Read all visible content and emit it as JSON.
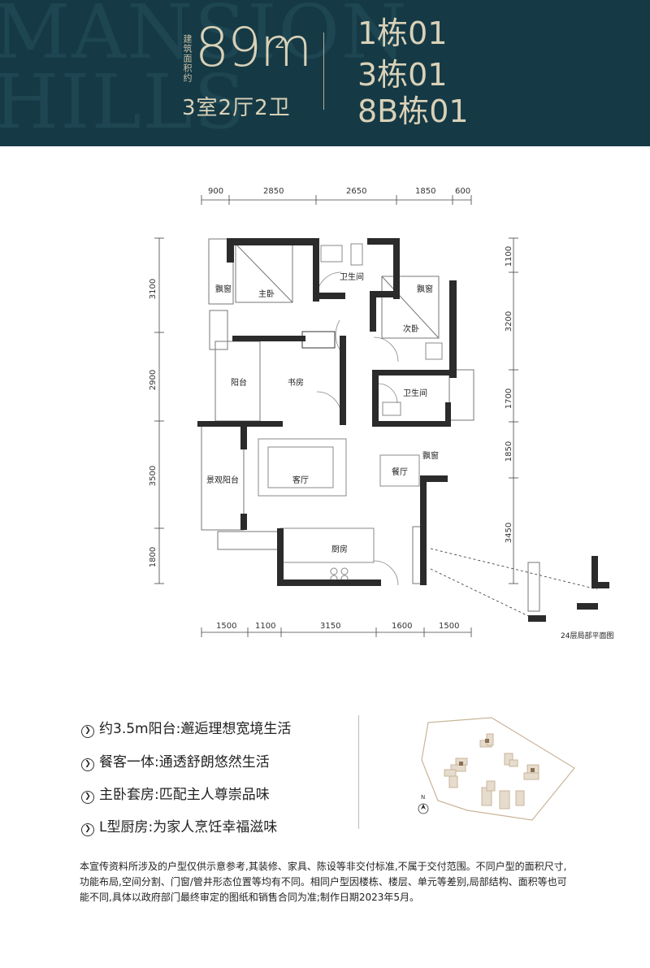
{
  "header": {
    "watermark_line1": "MANSION",
    "watermark_line2": "HILLS",
    "area_label": "建筑面积约",
    "area_value": "89m",
    "area_unit_sup": "2",
    "layout": "3室2厅2卫",
    "buildings": [
      "1栋01",
      "3栋01",
      "8B栋01"
    ]
  },
  "plan": {
    "top_dims": [
      "900",
      "2850",
      "2650",
      "1850",
      "600"
    ],
    "bottom_dims": [
      "1500",
      "1100",
      "3150",
      "1600",
      "1500"
    ],
    "left_dims": [
      "3100",
      "2900",
      "3500",
      "1800"
    ],
    "right_dims": [
      "1100",
      "3200",
      "1700",
      "1850",
      "3450"
    ],
    "rooms": {
      "bay_window_master": "飘窗",
      "master_bedroom": "主卧",
      "bathroom_1": "卫生间",
      "bay_window_second": "飘窗",
      "second_bedroom": "次卧",
      "balcony": "阳台",
      "study": "书房",
      "bathroom_2": "卫生间",
      "bay_window_dining": "飘窗",
      "view_balcony": "景观阳台",
      "living_room": "客厅",
      "dining_room": "餐厅",
      "kitchen": "厨房"
    },
    "inset_caption": "24层局部平面图"
  },
  "features": [
    "约3.5m阳台:邂逅理想宽境生活",
    "餐客一体:通透舒朗悠然生活",
    "主卧套房:匹配主人尊崇品味",
    "L型厨房:为家人烹饪幸福滋味"
  ],
  "feature_icon": "circled-chevron-icon",
  "site_map": {
    "north_label": "N"
  },
  "disclaimer": "本宣传资料所涉及的户型仅供示意参考,其装修、家具、陈设等非交付标准,不属于交付范围。不同户型的面积尺寸,功能布局,空间分割、门窗/管井形态位置等均有不同。相同户型因楼栋、楼层、单元等差别,局部结构、面积等也可能不同,具体以政府部门最终审定的图纸和销售合同为准;制作日期2023年5月。",
  "colors": {
    "header_bg": "#153a45",
    "header_text": "#d9d1b8",
    "wall": "#2b2b2b",
    "site_map": "#c9b59a"
  }
}
